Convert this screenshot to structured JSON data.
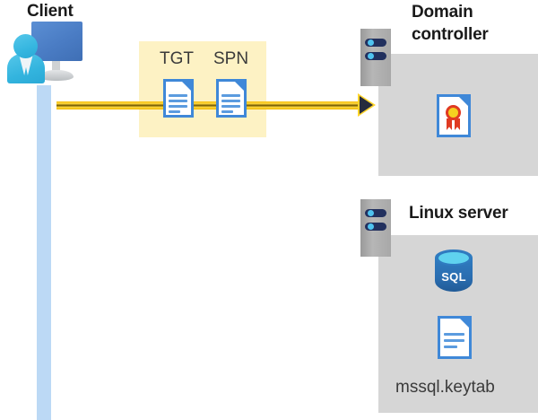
{
  "diagram": {
    "title_client": "Client",
    "nodes": {
      "client": {
        "label": "Client",
        "icon": "user-computer-icon"
      },
      "domain_controller": {
        "label_line1": "Domain",
        "label_line2": "controller",
        "icon": "server-tower-icon",
        "contents": [
          {
            "name": "certificate-icon",
            "label": ""
          }
        ]
      },
      "linux_server": {
        "label": "Linux server",
        "icon": "server-tower-icon",
        "contents": [
          {
            "name": "sql-database-icon",
            "label": "SQL"
          },
          {
            "name": "keytab-file-icon",
            "label": "mssql.keytab"
          }
        ]
      }
    },
    "highlight_box": {
      "name": "tgt-spn-highlight",
      "items": [
        {
          "label": "TGT",
          "icon": "document-icon"
        },
        {
          "label": "SPN",
          "icon": "document-icon"
        }
      ]
    },
    "flow": {
      "name": "client-to-dc-arrow",
      "direction": "left-to-right",
      "arrowhead": "filled-triangle"
    },
    "colors": {
      "highlight": "#fdf2c4",
      "arrow": "#ffd83d",
      "arrow_head": "#262b3d",
      "panel": "#d6d6d6",
      "lifeline": "#bcd9f5",
      "doc_border": "#3f88d8",
      "sql_blue": "#2f7bc0",
      "seal_gold": "#f5d020",
      "seal_red": "#e03a22"
    }
  }
}
